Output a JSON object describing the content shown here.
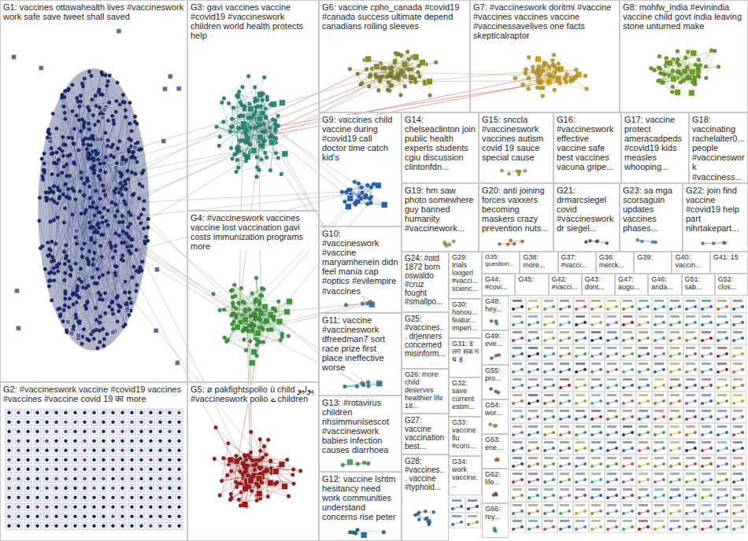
{
  "diagram": {
    "nodes": [
      {
        "text": [
          "G1: vaccines ottawahealth lives #vaccineswork work safe save tweet shall saved"
        ]
      },
      {
        "text": [
          "G2: #vaccineswork vaccine #covid19 vaccines #vaccines #vaccine covid 19 का more"
        ]
      },
      {
        "text": [
          "G3: gavi vaccines vaccine #covid19 #vaccineswork children world health protects help"
        ]
      },
      {
        "text": [
          "G4: #vaccineswork vaccines vaccine lost vaccination gavi costs immunization programs more"
        ]
      },
      {
        "text": [
          "G5: ø pakfightspolio ù child پولیو #vaccineswork polio ے children"
        ]
      },
      {
        "text": [
          "G6: vaccine cpho_canada #covid19 #canada success ultimate depend canadians rolling sleeves"
        ]
      },
      {
        "text": [
          "G7: #vaccineswork doritmi #vaccine #vaccines vaccines vaccine #vaccinessavelives one facts skepticalraptor"
        ]
      },
      {
        "text": [
          "G8: mohfw_india #evinindia vaccine child govt india leaving stone unturned make"
        ]
      },
      {
        "text": [
          "G9: vaccines child vaccine during #covid19 call doctor time catch kid's"
        ]
      },
      {
        "text": [
          "G10: #vaccineswork #vaccine maryamhenein didn feel mania cap #optics #evilempire #vaccines"
        ]
      },
      {
        "text": [
          "G11: vaccine #vaccineswork dfreedman7 sort race prize first place ineffective worse"
        ]
      },
      {
        "text": [
          "G13: #rotavirus children nhsimmunisescot #vaccineswork babies infection causes diarrhoea"
        ]
      },
      {
        "text": [
          "G12: vaccine lshtm hesitancy need work communities understand concerns rise peter"
        ]
      },
      {
        "text": [
          "G14: chelseaclinton join public health experts students cgiu discussion clintonfdn..."
        ]
      },
      {
        "text": [
          "G15: snccla #vaccineswork vaccines autism covid 19 sauce special cause"
        ]
      },
      {
        "text": [
          "G16: #vaccineswork effective vaccine safe best vaccines vacuna gripe..."
        ]
      },
      {
        "text": [
          "G17: vaccine protect ameracadpeds #covid19 kids measles whooping..."
        ]
      },
      {
        "text": [
          "G18: vaccinating rachelalter0... people #vaccineswork #vacciness..."
        ]
      },
      {
        "text": [
          "G19: hm saw photo somewhere guy banned humanity #vaccinework..."
        ]
      },
      {
        "text": [
          "G20: anti joining forces vaxxers becoming maskers crazy prevention nuts..."
        ]
      },
      {
        "text": [
          "G21: drmarcsiegel covid #vaccineswork dr siegel..."
        ]
      },
      {
        "text": [
          "G23: sa mga scorsaguin updates vaccines phases..."
        ]
      },
      {
        "text": [
          "G22: join find vaccine #covid19 help part nihrtakepart..."
        ]
      },
      {
        "text": [
          "G24: #otd 1872 born oswaldo #cruz fought #smallpo..."
        ]
      },
      {
        "text": [
          "G25: #vaccines... drjenners concerned misinform..."
        ]
      },
      {
        "text": [
          "G26: more child deserves healthier life 18..."
        ]
      },
      {
        "text": [
          "G27: vaccine vaccination best..."
        ]
      },
      {
        "text": [
          "G28: #vaccines... vaccine #typhoid..."
        ]
      },
      {
        "text": [
          "G29: trials loogerl #vacci... scienc..."
        ]
      },
      {
        "text": [
          "G30: honou... featur... imperi..."
        ]
      },
      {
        "text": [
          "G31: ड लग सक ग थ ह"
        ]
      },
      {
        "text": [
          "G32: save current estim..."
        ]
      },
      {
        "text": [
          "G33: vaccine flu #coro..."
        ]
      },
      {
        "text": [
          "G34: work vaccine..."
        ]
      },
      {
        "text": [
          "G35: question..."
        ]
      },
      {
        "text": [
          "G38: more..."
        ]
      },
      {
        "text": [
          "G37: #vacci..."
        ]
      },
      {
        "text": [
          "G36: merck..."
        ]
      },
      {
        "text": [
          "G39:"
        ]
      },
      {
        "text": [
          "G40: vaccin..."
        ]
      },
      {
        "text": [
          "G41: 15"
        ]
      },
      {
        "text": [
          "G44: #covi..."
        ]
      },
      {
        "text": [
          "G45:"
        ]
      },
      {
        "text": [
          "G42: #vacci..."
        ]
      },
      {
        "text": [
          "G43: dont..."
        ]
      },
      {
        "text": [
          "G47: augu..."
        ]
      },
      {
        "text": [
          "G46: anda..."
        ]
      },
      {
        "text": [
          "G51: sab..."
        ]
      },
      {
        "text": [
          "G52: clos..."
        ]
      },
      {
        "text": [
          "G48: hey..."
        ]
      },
      {
        "text": [
          "G49: eve..."
        ]
      },
      {
        "text": [
          "G55: pro..."
        ]
      },
      {
        "text": [
          "G54: wor..."
        ]
      },
      {
        "text": [
          "G63: ene..."
        ]
      },
      {
        "text": [
          "G62: life..."
        ]
      },
      {
        "text": [
          "G66: rey..."
        ]
      }
    ]
  }
}
